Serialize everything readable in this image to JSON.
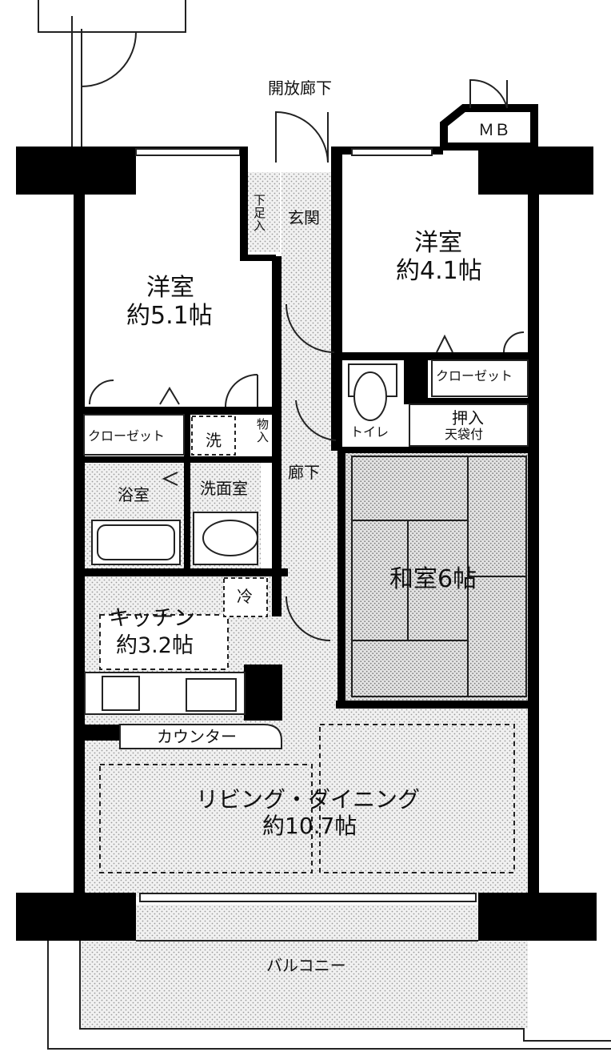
{
  "rooms": {
    "corridor_open": "開放廊下",
    "mb": "ＭＢ",
    "western_room_1": {
      "name": "洋室",
      "size": "約5.1帖"
    },
    "western_room_2": {
      "name": "洋室",
      "size": "約4.1帖"
    },
    "entrance": "玄関",
    "shoe_storage": "下足入",
    "closet_1": "クローゼット",
    "closet_2": "クローゼット",
    "washer": "洗",
    "linen": "物入",
    "toilet": "トイレ",
    "oshiire": {
      "line1": "押入",
      "line2": "天袋付"
    },
    "bathroom": "浴室",
    "washroom": "洗面室",
    "hallway": "廊下",
    "japanese_room": "和室6帖",
    "fridge": "冷",
    "kitchen": {
      "name": "キッチン",
      "size": "約3.2帖"
    },
    "counter": "カウンター",
    "living_dining": {
      "name": "リビング・ダイニング",
      "size": "約10.7帖"
    },
    "balcony": "バルコニー"
  },
  "colors": {
    "wall": "#000000",
    "floor_dot": "#9a9a9a",
    "line": "#222222"
  }
}
